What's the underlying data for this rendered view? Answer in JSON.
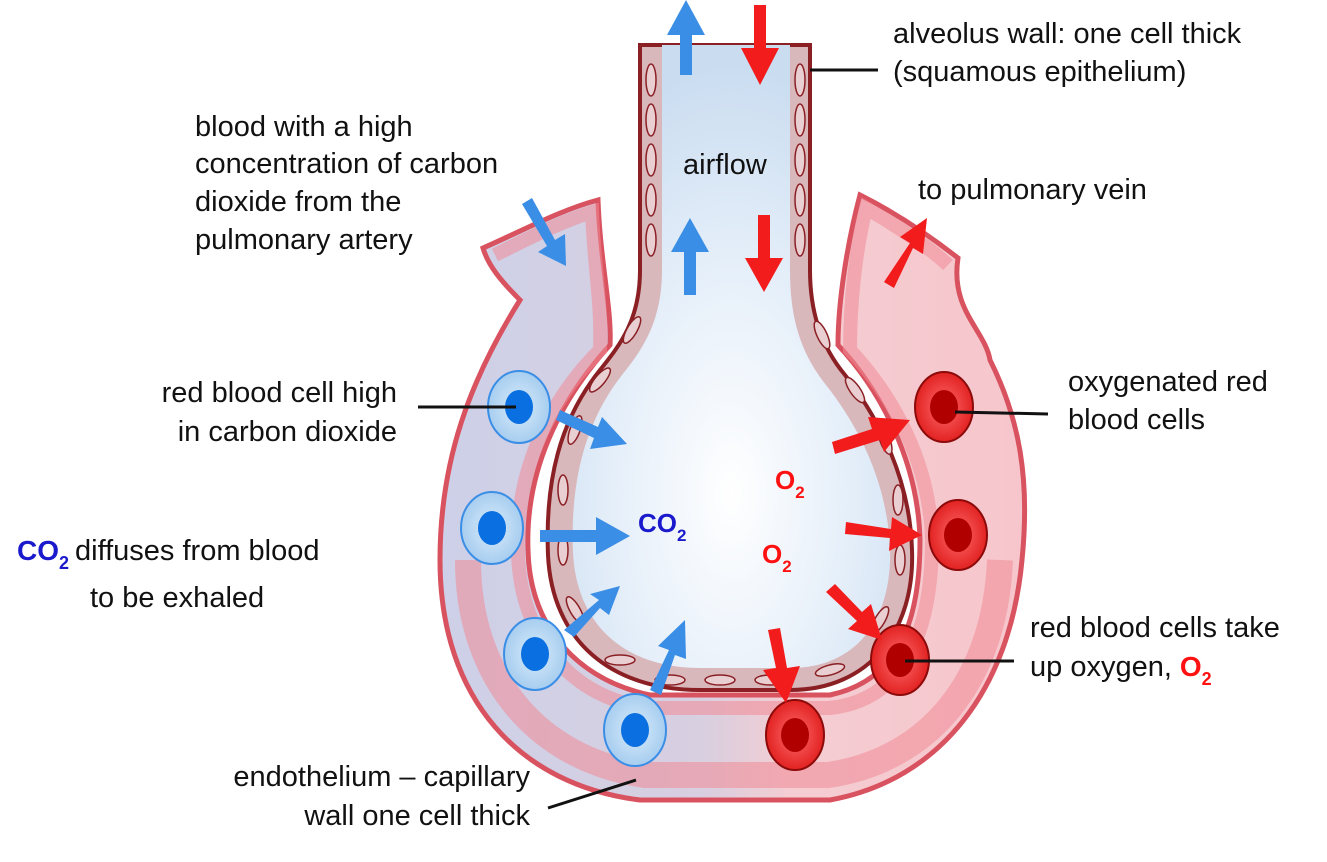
{
  "labels": {
    "alveolus_wall_line1": "alveolus wall: one cell thick",
    "alveolus_wall_line2": "(squamous epithelium)",
    "airflow": "airflow",
    "pulmonary_vein": "to pulmonary vein",
    "artery_line1": "blood with a high",
    "artery_line2": "concentration of carbon",
    "artery_line3": "dioxide from the",
    "artery_line4": "pulmonary artery",
    "rbc_co2_line1": "red blood cell high",
    "rbc_co2_line2": "in carbon dioxide",
    "oxy_rbc_line1": "oxygenated red",
    "oxy_rbc_line2": "blood cells",
    "diffuse_line1_rest": "diffuses from blood",
    "diffuse_line2": "to be exhaled",
    "take_up_line1": "red blood cells take",
    "take_up_line2_prefix": "up oxygen,",
    "endothelium_line1": "endothelium – capillary",
    "endothelium_line2": "wall one cell thick"
  },
  "chemicals": {
    "co2_base": "CO",
    "o2_base": "O",
    "subscript": "2"
  },
  "colors": {
    "co2_blue": "#1a1acc",
    "o2_red": "#ff1111",
    "arrow_blue": "#3b8ee6",
    "arrow_red": "#f21c1c",
    "capillary_wall": "#e8828e",
    "air_space": "#dce9f7"
  }
}
